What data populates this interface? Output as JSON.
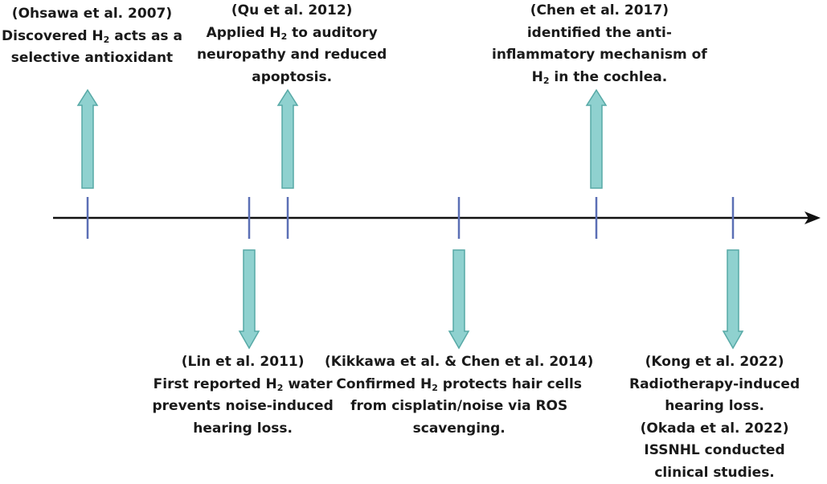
{
  "colors": {
    "arrow_fill": "#8fd1cf",
    "arrow_stroke": "#57a9a6",
    "tick": "#5b6fb5",
    "axis": "#111111"
  },
  "events": [
    {
      "id": "ohsawa-2007",
      "direction": "up",
      "lines": [
        "(Ohsawa et al. 2007)",
        "Discovered H{2} acts as a",
        "selective antioxidant"
      ]
    },
    {
      "id": "lin-2011",
      "direction": "down",
      "lines": [
        "(Lin et al. 2011)",
        "First reported H{2} water",
        "prevents noise-induced",
        "hearing loss."
      ]
    },
    {
      "id": "qu-2012",
      "direction": "up",
      "lines": [
        "(Qu et al. 2012)",
        "Applied H{2} to auditory",
        "neuropathy and reduced",
        "apoptosis."
      ]
    },
    {
      "id": "kikkawa-chen-2014",
      "direction": "down",
      "lines": [
        "(Kikkawa et al. & Chen et al. 2014)",
        "Confirmed H{2} protects hair cells",
        "from cisplatin/noise via ROS",
        "scavenging."
      ]
    },
    {
      "id": "chen-2017",
      "direction": "up",
      "lines": [
        "(Chen et al. 2017)",
        "identified the anti-",
        "inflammatory mechanism of",
        "H{2} in the cochlea."
      ]
    },
    {
      "id": "kong-okada-2022",
      "direction": "down",
      "lines": [
        "(Kong et al. 2022)",
        "Radiotherapy-induced",
        "hearing loss.",
        "(Okada et al. 2022)",
        "ISSNHL conducted",
        "clinical studies."
      ]
    }
  ]
}
